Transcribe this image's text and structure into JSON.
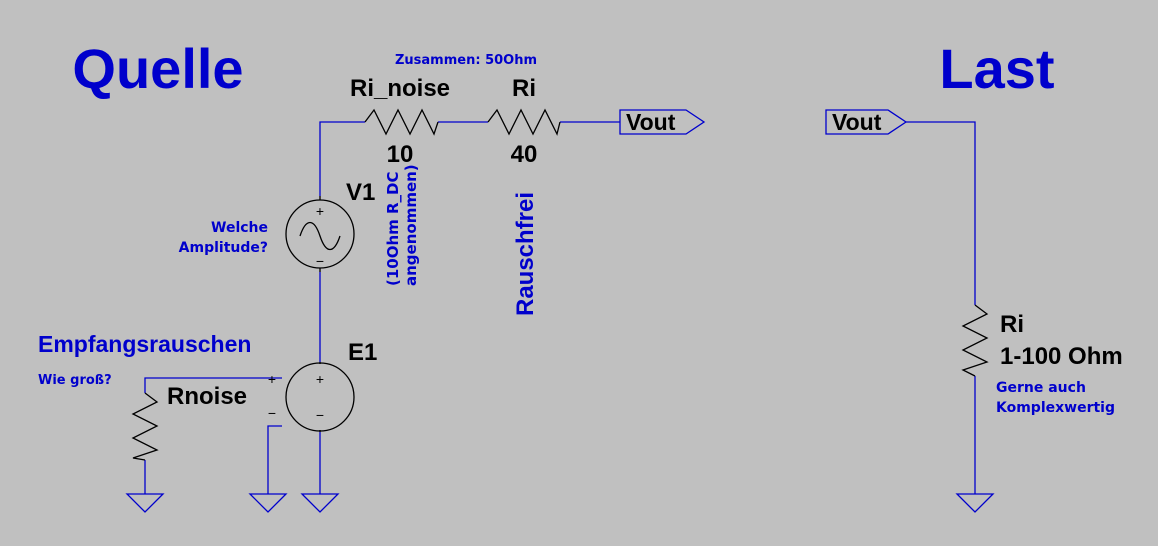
{
  "heading": {
    "source": "Quelle",
    "load": "Last"
  },
  "notes": {
    "together": "Zusammen: 50Ohm",
    "amplitude_line1": "Welche",
    "amplitude_line2": "Amplitude?",
    "rdc_line1": "(10Ohm R_DC",
    "rdc_line2": "angenommen)",
    "noise_free": "Rauschfrei",
    "receiver_noise": "Empfangsrauschen",
    "how_big": "Wie groß?",
    "complex_line1": "Gerne auch",
    "complex_line2": "Komplexwertig"
  },
  "components": {
    "ri_noise": {
      "name": "Ri_noise",
      "value": "10"
    },
    "ri_series": {
      "name": "Ri",
      "value": "40"
    },
    "v1": {
      "name": "V1",
      "plus": "+",
      "minus": "−"
    },
    "e1": {
      "name": "E1",
      "plus": "+",
      "minus": "−",
      "ctrl_plus": "+",
      "ctrl_minus": "−"
    },
    "rnoise": {
      "name": "Rnoise"
    },
    "ri_load": {
      "name": "Ri",
      "value": "1-100 Ohm"
    }
  },
  "labels": {
    "vout_source": "Vout",
    "vout_load": "Vout"
  },
  "colors": {
    "background": "#c0c0c0",
    "wire": "#0000cc",
    "symbol": "#000000",
    "annotation": "#0000cc"
  }
}
